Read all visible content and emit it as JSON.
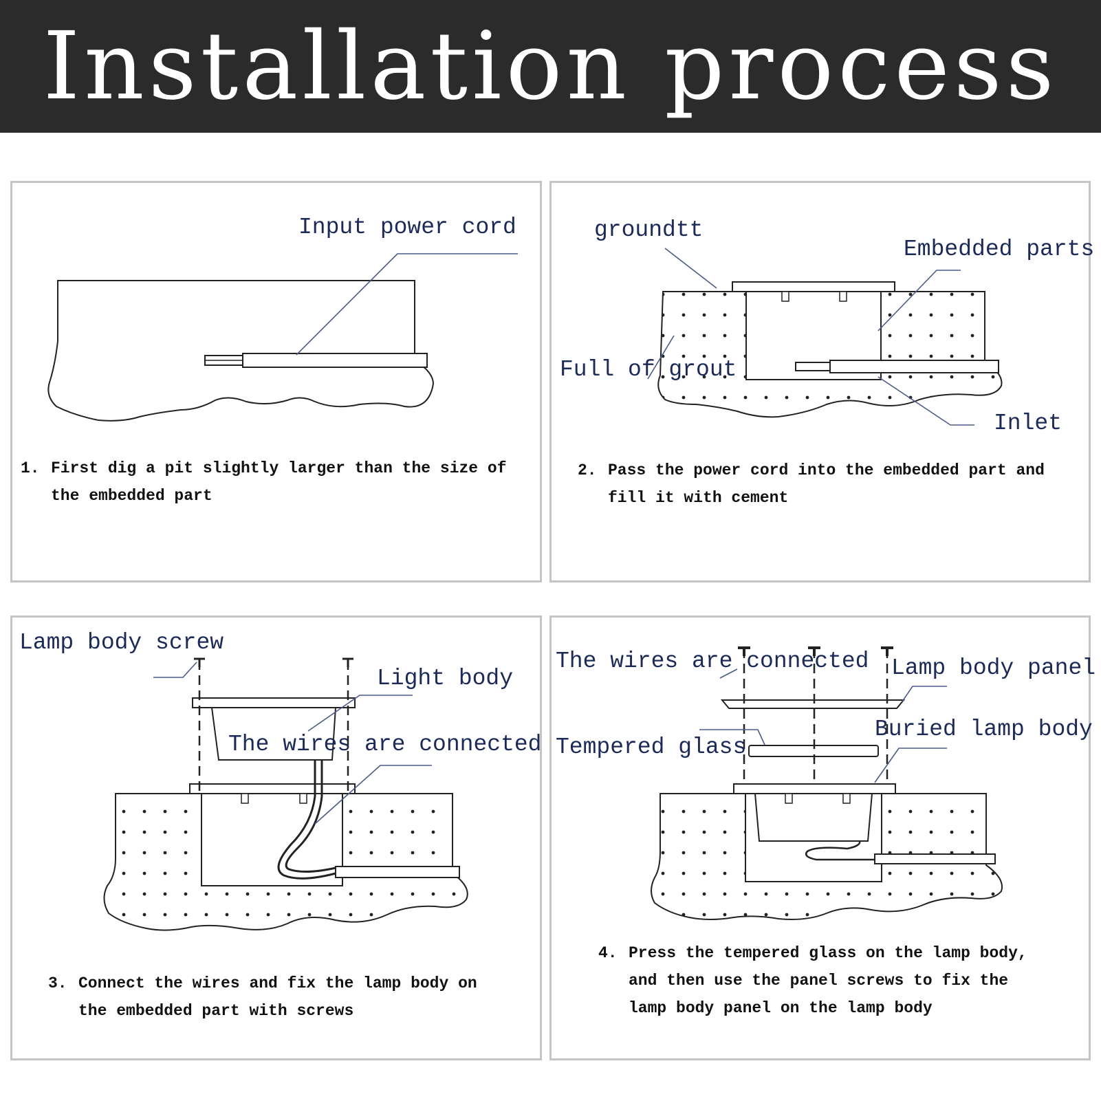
{
  "title": "Installation process",
  "steps": [
    {
      "number": "1.",
      "caption_line1": "First dig a pit slightly larger than the size of",
      "caption_line2": "the embedded part",
      "labels": {
        "input_power_cord": "Input power cord"
      }
    },
    {
      "number": "2.",
      "caption_line1": "Pass the power cord into the embedded part and",
      "caption_line2": "fill it with cement",
      "labels": {
        "ground": "groundtt",
        "embedded_parts": "Embedded parts",
        "full_of_grout": "Full of grout",
        "inlet": "Inlet"
      }
    },
    {
      "number": "3.",
      "caption_line1": "Connect the wires and fix the lamp body on",
      "caption_line2": "the embedded part with screws",
      "labels": {
        "lamp_body_screw": "Lamp body screw",
        "light_body": "Light body",
        "wires_connected": "The wires are connected"
      }
    },
    {
      "number": "4.",
      "caption_line1": "Press the tempered glass on the lamp body,",
      "caption_line2": "and then use the panel screws to fix the",
      "caption_line3": "lamp body panel on the lamp body",
      "labels": {
        "wires_connected": "The wires are connected",
        "lamp_body_panel": "Lamp body panel",
        "tempered_glass": "Tempered glass",
        "buried_lamp_body": "Buried lamp body"
      }
    }
  ],
  "colors": {
    "banner": "#2b2b2b",
    "label": "#1b2a57",
    "border": "#c4c4c4",
    "ink": "#222222"
  }
}
